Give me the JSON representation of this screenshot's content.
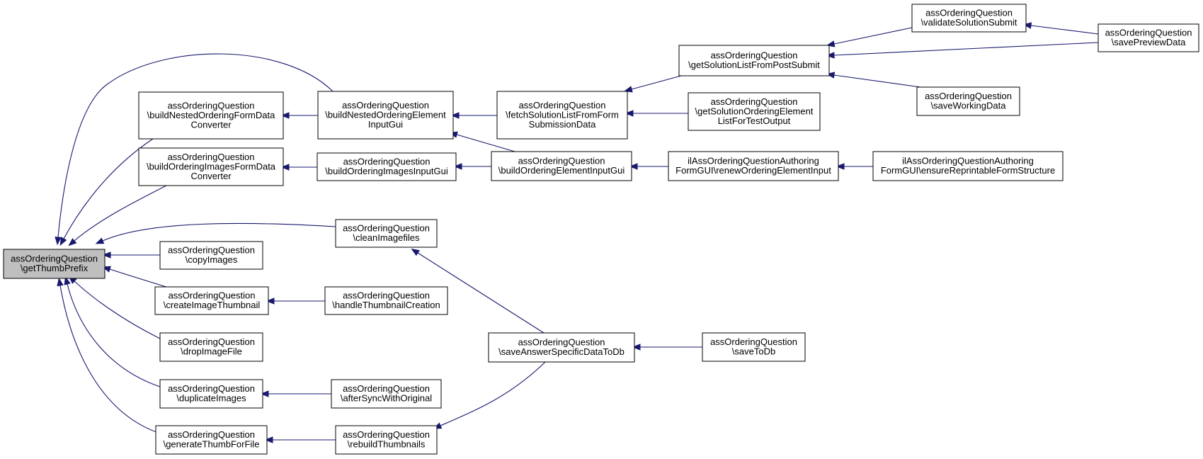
{
  "graph": {
    "edge_color": "#191970",
    "root_fill": "#bfbfbf",
    "nodes": [
      {
        "id": "getThumbPrefix",
        "lines": [
          "assOrderingQuestion",
          "\\getThumbPrefix"
        ],
        "root": true
      },
      {
        "id": "buildNestedOrderingFormDataConverter",
        "lines": [
          "assOrderingQuestion",
          "\\buildNestedOrderingFormData",
          "Converter"
        ]
      },
      {
        "id": "buildOrderingImagesFormDataConverter",
        "lines": [
          "assOrderingQuestion",
          "\\buildOrderingImagesFormData",
          "Converter"
        ]
      },
      {
        "id": "copyImages",
        "lines": [
          "assOrderingQuestion",
          "\\copyImages"
        ]
      },
      {
        "id": "createImageThumbnail",
        "lines": [
          "assOrderingQuestion",
          "\\createImageThumbnail"
        ]
      },
      {
        "id": "dropImageFile",
        "lines": [
          "assOrderingQuestion",
          "\\dropImageFile"
        ]
      },
      {
        "id": "duplicateImages",
        "lines": [
          "assOrderingQuestion",
          "\\duplicateImages"
        ]
      },
      {
        "id": "generateThumbForFile",
        "lines": [
          "assOrderingQuestion",
          "\\generateThumbForFile"
        ]
      },
      {
        "id": "buildNestedOrderingElementInputGui",
        "lines": [
          "assOrderingQuestion",
          "\\buildNestedOrderingElement",
          "InputGui"
        ]
      },
      {
        "id": "buildOrderingImagesInputGui",
        "lines": [
          "assOrderingQuestion",
          "\\buildOrderingImagesInputGui"
        ]
      },
      {
        "id": "cleanImagefiles",
        "lines": [
          "assOrderingQuestion",
          "\\cleanImagefiles"
        ]
      },
      {
        "id": "handleThumbnailCreation",
        "lines": [
          "assOrderingQuestion",
          "\\handleThumbnailCreation"
        ]
      },
      {
        "id": "afterSyncWithOriginal",
        "lines": [
          "assOrderingQuestion",
          "\\afterSyncWithOriginal"
        ]
      },
      {
        "id": "rebuildThumbnails",
        "lines": [
          "assOrderingQuestion",
          "\\rebuildThumbnails"
        ]
      },
      {
        "id": "fetchSolutionListFromFormSubmissionData",
        "lines": [
          "assOrderingQuestion",
          "\\fetchSolutionListFromForm",
          "SubmissionData"
        ]
      },
      {
        "id": "buildOrderingElementInputGui",
        "lines": [
          "assOrderingQuestion",
          "\\buildOrderingElementInputGui"
        ]
      },
      {
        "id": "saveAnswerSpecificDataToDb",
        "lines": [
          "assOrderingQuestion",
          "\\saveAnswerSpecificDataToDb"
        ]
      },
      {
        "id": "getSolutionListFromPostSubmit",
        "lines": [
          "assOrderingQuestion",
          "\\getSolutionListFromPostSubmit"
        ]
      },
      {
        "id": "getSolutionOrderingElementListForTestOutput",
        "lines": [
          "assOrderingQuestion",
          "\\getSolutionOrderingElement",
          "ListForTestOutput"
        ]
      },
      {
        "id": "renewOrderingElementInput",
        "lines": [
          "ilAssOrderingQuestionAuthoring",
          "FormGUI\\renewOrderingElementInput"
        ]
      },
      {
        "id": "saveToDb",
        "lines": [
          "assOrderingQuestion",
          "\\saveToDb"
        ]
      },
      {
        "id": "validateSolutionSubmit",
        "lines": [
          "assOrderingQuestion",
          "\\validateSolutionSubmit"
        ]
      },
      {
        "id": "saveWorkingData",
        "lines": [
          "assOrderingQuestion",
          "\\saveWorkingData"
        ]
      },
      {
        "id": "ensureReprintableFormStructure",
        "lines": [
          "ilAssOrderingQuestionAuthoring",
          "FormGUI\\ensureReprintableFormStructure"
        ]
      },
      {
        "id": "savePreviewData",
        "lines": [
          "assOrderingQuestion",
          "\\savePreviewData"
        ]
      }
    ],
    "edges": [
      {
        "from": "buildNestedOrderingElementInputGui",
        "to": "getThumbPrefix"
      },
      {
        "from": "buildNestedOrderingFormDataConverter",
        "to": "getThumbPrefix"
      },
      {
        "from": "buildOrderingImagesFormDataConverter",
        "to": "getThumbPrefix"
      },
      {
        "from": "cleanImagefiles",
        "to": "getThumbPrefix"
      },
      {
        "from": "copyImages",
        "to": "getThumbPrefix"
      },
      {
        "from": "createImageThumbnail",
        "to": "getThumbPrefix"
      },
      {
        "from": "dropImageFile",
        "to": "getThumbPrefix"
      },
      {
        "from": "duplicateImages",
        "to": "getThumbPrefix"
      },
      {
        "from": "generateThumbForFile",
        "to": "getThumbPrefix"
      },
      {
        "from": "buildNestedOrderingElementInputGui",
        "to": "buildNestedOrderingFormDataConverter"
      },
      {
        "from": "buildOrderingImagesInputGui",
        "to": "buildOrderingImagesFormDataConverter"
      },
      {
        "from": "handleThumbnailCreation",
        "to": "createImageThumbnail"
      },
      {
        "from": "afterSyncWithOriginal",
        "to": "duplicateImages"
      },
      {
        "from": "rebuildThumbnails",
        "to": "generateThumbForFile"
      },
      {
        "from": "fetchSolutionListFromFormSubmissionData",
        "to": "buildNestedOrderingElementInputGui"
      },
      {
        "from": "buildOrderingElementInputGui",
        "to": "buildNestedOrderingElementInputGui"
      },
      {
        "from": "buildOrderingElementInputGui",
        "to": "buildOrderingImagesInputGui"
      },
      {
        "from": "saveAnswerSpecificDataToDb",
        "to": "cleanImagefiles"
      },
      {
        "from": "saveAnswerSpecificDataToDb",
        "to": "rebuildThumbnails"
      },
      {
        "from": "getSolutionListFromPostSubmit",
        "to": "fetchSolutionListFromFormSubmissionData"
      },
      {
        "from": "getSolutionOrderingElementListForTestOutput",
        "to": "fetchSolutionListFromFormSubmissionData"
      },
      {
        "from": "renewOrderingElementInput",
        "to": "buildOrderingElementInputGui"
      },
      {
        "from": "saveToDb",
        "to": "saveAnswerSpecificDataToDb"
      },
      {
        "from": "validateSolutionSubmit",
        "to": "getSolutionListFromPostSubmit"
      },
      {
        "from": "savePreviewData",
        "to": "getSolutionListFromPostSubmit"
      },
      {
        "from": "saveWorkingData",
        "to": "getSolutionListFromPostSubmit"
      },
      {
        "from": "savePreviewData",
        "to": "validateSolutionSubmit"
      },
      {
        "from": "ensureReprintableFormStructure",
        "to": "renewOrderingElementInput"
      }
    ]
  }
}
